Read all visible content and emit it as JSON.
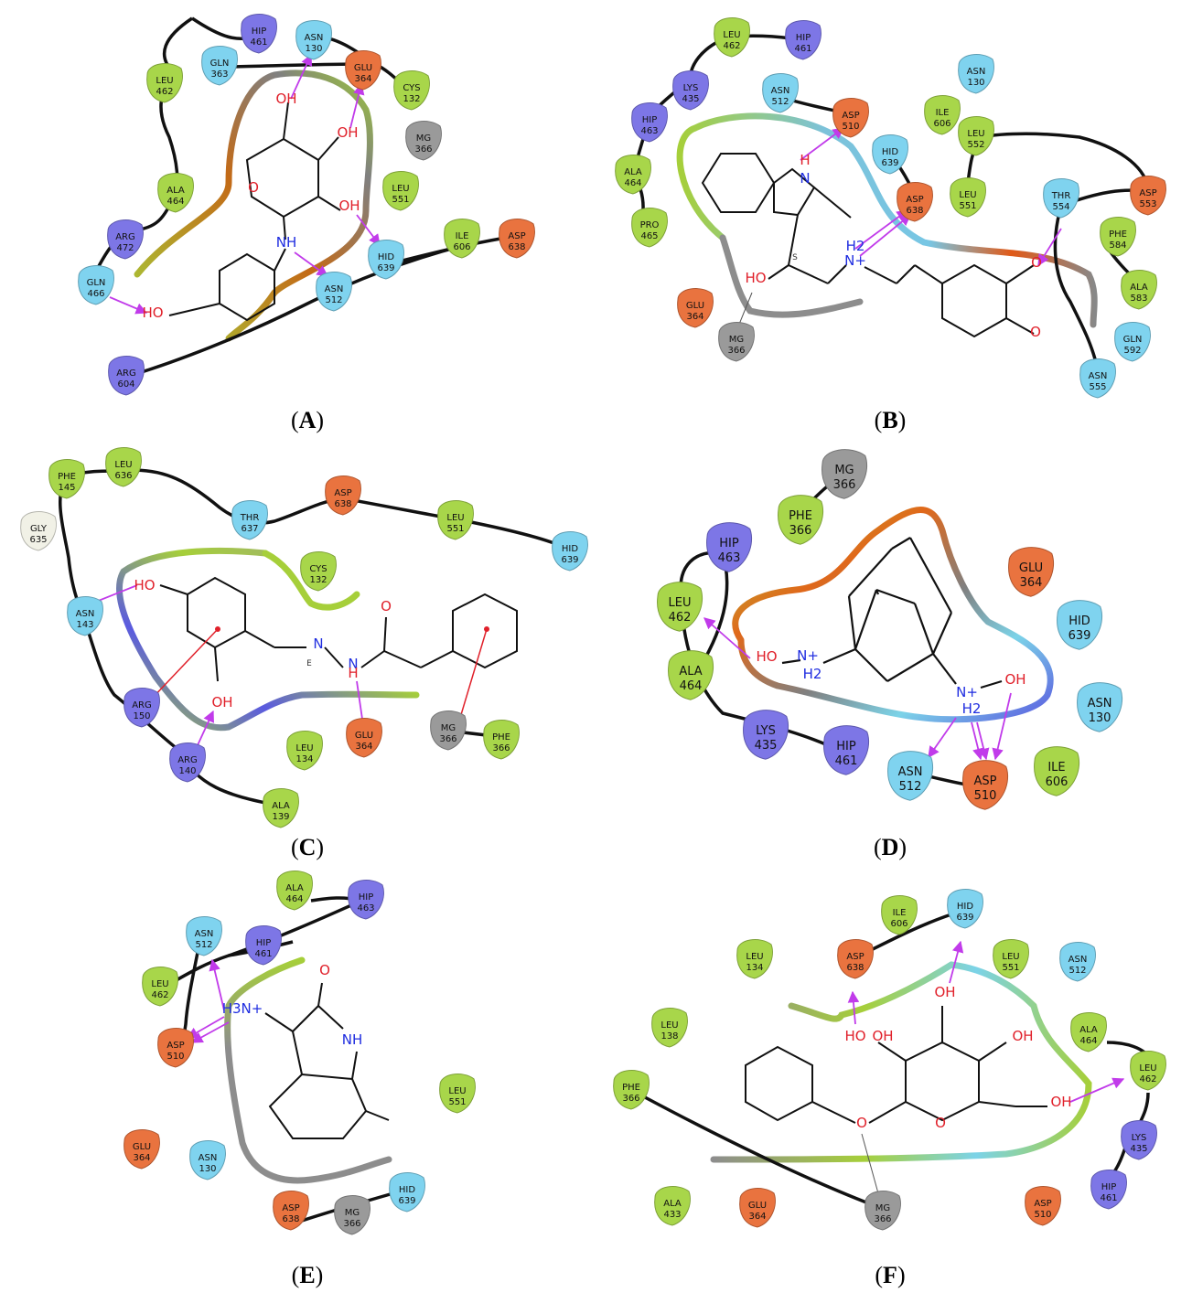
{
  "panels": [
    {
      "id": "A",
      "caption": "A",
      "residues": [
        {
          "id": "HIP461",
          "name": "HIP",
          "num": "461",
          "type": "positive"
        },
        {
          "id": "ASN130",
          "name": "ASN",
          "num": "130",
          "type": "polar"
        },
        {
          "id": "GLN363",
          "name": "GLN",
          "num": "363",
          "type": "polar"
        },
        {
          "id": "GLU364",
          "name": "GLU",
          "num": "364",
          "type": "negative"
        },
        {
          "id": "CYS132",
          "name": "CYS",
          "num": "132",
          "type": "hydrophobic"
        },
        {
          "id": "LEU462",
          "name": "LEU",
          "num": "462",
          "type": "hydrophobic"
        },
        {
          "id": "MG366",
          "name": "MG",
          "num": "366",
          "type": "metal"
        },
        {
          "id": "ALA464",
          "name": "ALA",
          "num": "464",
          "type": "hydrophobic"
        },
        {
          "id": "LEU551",
          "name": "LEU",
          "num": "551",
          "type": "hydrophobic"
        },
        {
          "id": "ARG472",
          "name": "ARG",
          "num": "472",
          "type": "positive"
        },
        {
          "id": "ILE606",
          "name": "ILE",
          "num": "606",
          "type": "hydrophobic"
        },
        {
          "id": "ASP638",
          "name": "ASP",
          "num": "638",
          "type": "negative"
        },
        {
          "id": "HID639",
          "name": "HID",
          "num": "639",
          "type": "polar"
        },
        {
          "id": "GLN466",
          "name": "GLN",
          "num": "466",
          "type": "polar"
        },
        {
          "id": "ASN512",
          "name": "ASN",
          "num": "512",
          "type": "polar"
        },
        {
          "id": "ARG604",
          "name": "ARG",
          "num": "604",
          "type": "positive"
        }
      ],
      "atom_labels": [
        "OH",
        "OH",
        "OH",
        "O",
        "NH",
        "HO"
      ]
    },
    {
      "id": "B",
      "caption": "B",
      "residues": [
        {
          "id": "LEU462",
          "name": "LEU",
          "num": "462",
          "type": "hydrophobic"
        },
        {
          "id": "HIP461",
          "name": "HIP",
          "num": "461",
          "type": "positive"
        },
        {
          "id": "LYS435",
          "name": "LYS",
          "num": "435",
          "type": "positive"
        },
        {
          "id": "ASN512",
          "name": "ASN",
          "num": "512",
          "type": "polar"
        },
        {
          "id": "ASN130",
          "name": "ASN",
          "num": "130",
          "type": "polar"
        },
        {
          "id": "HIP463",
          "name": "HIP",
          "num": "463",
          "type": "positive"
        },
        {
          "id": "ASP510",
          "name": "ASP",
          "num": "510",
          "type": "negative"
        },
        {
          "id": "ILE606",
          "name": "ILE",
          "num": "606",
          "type": "hydrophobic"
        },
        {
          "id": "LEU552",
          "name": "LEU",
          "num": "552",
          "type": "hydrophobic"
        },
        {
          "id": "ALA464",
          "name": "ALA",
          "num": "464",
          "type": "hydrophobic"
        },
        {
          "id": "HID639",
          "name": "HID",
          "num": "639",
          "type": "polar"
        },
        {
          "id": "LEU551",
          "name": "LEU",
          "num": "551",
          "type": "hydrophobic"
        },
        {
          "id": "THR554",
          "name": "THR",
          "num": "554",
          "type": "polar"
        },
        {
          "id": "ASP553",
          "name": "ASP",
          "num": "553",
          "type": "negative"
        },
        {
          "id": "PRO465",
          "name": "PRO",
          "num": "465",
          "type": "hydrophobic"
        },
        {
          "id": "ASP638",
          "name": "ASP",
          "num": "638",
          "type": "negative"
        },
        {
          "id": "PHE584",
          "name": "PHE",
          "num": "584",
          "type": "hydrophobic"
        },
        {
          "id": "ALA583",
          "name": "ALA",
          "num": "583",
          "type": "hydrophobic"
        },
        {
          "id": "GLU364",
          "name": "GLU",
          "num": "364",
          "type": "negative"
        },
        {
          "id": "GLN592",
          "name": "GLN",
          "num": "592",
          "type": "polar"
        },
        {
          "id": "MG366",
          "name": "MG",
          "num": "366",
          "type": "metal"
        },
        {
          "id": "ASN555",
          "name": "ASN",
          "num": "555",
          "type": "polar"
        }
      ],
      "atom_labels": [
        "H",
        "N",
        "HO",
        "H2",
        "N+",
        "O",
        "O",
        "S"
      ]
    },
    {
      "id": "C",
      "caption": "C",
      "residues": [
        {
          "id": "PHE145",
          "name": "PHE",
          "num": "145",
          "type": "hydrophobic"
        },
        {
          "id": "LEU636",
          "name": "LEU",
          "num": "636",
          "type": "hydrophobic"
        },
        {
          "id": "GLY635",
          "name": "GLY",
          "num": "635",
          "type": "glycine"
        },
        {
          "id": "THR637",
          "name": "THR",
          "num": "637",
          "type": "polar"
        },
        {
          "id": "ASP638",
          "name": "ASP",
          "num": "638",
          "type": "negative"
        },
        {
          "id": "LEU551",
          "name": "LEU",
          "num": "551",
          "type": "hydrophobic"
        },
        {
          "id": "HID639",
          "name": "HID",
          "num": "639",
          "type": "polar"
        },
        {
          "id": "CYS132",
          "name": "CYS",
          "num": "132",
          "type": "hydrophobic"
        },
        {
          "id": "ASN143",
          "name": "ASN",
          "num": "143",
          "type": "polar"
        },
        {
          "id": "ARG150",
          "name": "ARG",
          "num": "150",
          "type": "positive"
        },
        {
          "id": "ARG140",
          "name": "ARG",
          "num": "140",
          "type": "positive"
        },
        {
          "id": "LEU134",
          "name": "LEU",
          "num": "134",
          "type": "hydrophobic"
        },
        {
          "id": "GLU364",
          "name": "GLU",
          "num": "364",
          "type": "negative"
        },
        {
          "id": "MG366",
          "name": "MG",
          "num": "366",
          "type": "metal"
        },
        {
          "id": "PHE366",
          "name": "PHE",
          "num": "366",
          "type": "hydrophobic"
        },
        {
          "id": "ALA139",
          "name": "ALA",
          "num": "139",
          "type": "hydrophobic"
        }
      ],
      "atom_labels": [
        "HO",
        "OH",
        "N",
        "E",
        "N",
        "H",
        "O"
      ]
    },
    {
      "id": "D",
      "caption": "D",
      "residues": [
        {
          "id": "MG366",
          "name": "MG",
          "num": "366",
          "type": "metal"
        },
        {
          "id": "PHE366",
          "name": "PHE",
          "num": "366",
          "type": "hydrophobic"
        },
        {
          "id": "HIP463",
          "name": "HIP",
          "num": "463",
          "type": "positive"
        },
        {
          "id": "GLU364",
          "name": "GLU",
          "num": "364",
          "type": "negative"
        },
        {
          "id": "LEU462",
          "name": "LEU",
          "num": "462",
          "type": "hydrophobic"
        },
        {
          "id": "HID639",
          "name": "HID",
          "num": "639",
          "type": "polar"
        },
        {
          "id": "ALA464",
          "name": "ALA",
          "num": "464",
          "type": "hydrophobic"
        },
        {
          "id": "ASN130",
          "name": "ASN",
          "num": "130",
          "type": "polar"
        },
        {
          "id": "LYS435",
          "name": "LYS",
          "num": "435",
          "type": "positive"
        },
        {
          "id": "HIP461",
          "name": "HIP",
          "num": "461",
          "type": "positive"
        },
        {
          "id": "ASN512",
          "name": "ASN",
          "num": "512",
          "type": "polar"
        },
        {
          "id": "ASP510",
          "name": "ASP",
          "num": "510",
          "type": "negative"
        },
        {
          "id": "ILE606",
          "name": "ILE",
          "num": "606",
          "type": "hydrophobic"
        }
      ],
      "atom_labels": [
        "HO",
        "N+",
        "H2",
        "N+",
        "OH",
        "H2"
      ]
    },
    {
      "id": "E",
      "caption": "E",
      "residues": [
        {
          "id": "ALA464",
          "name": "ALA",
          "num": "464",
          "type": "hydrophobic"
        },
        {
          "id": "HIP463",
          "name": "HIP",
          "num": "463",
          "type": "positive"
        },
        {
          "id": "ASN512",
          "name": "ASN",
          "num": "512",
          "type": "polar"
        },
        {
          "id": "HIP461",
          "name": "HIP",
          "num": "461",
          "type": "positive"
        },
        {
          "id": "LEU462",
          "name": "LEU",
          "num": "462",
          "type": "hydrophobic"
        },
        {
          "id": "ASP510",
          "name": "ASP",
          "num": "510",
          "type": "negative"
        },
        {
          "id": "LEU551",
          "name": "LEU",
          "num": "551",
          "type": "hydrophobic"
        },
        {
          "id": "GLU364",
          "name": "GLU",
          "num": "364",
          "type": "negative"
        },
        {
          "id": "ASN130",
          "name": "ASN",
          "num": "130",
          "type": "polar"
        },
        {
          "id": "HID639",
          "name": "HID",
          "num": "639",
          "type": "polar"
        },
        {
          "id": "ASP638",
          "name": "ASP",
          "num": "638",
          "type": "negative"
        },
        {
          "id": "MG366",
          "name": "MG",
          "num": "366",
          "type": "metal"
        }
      ],
      "atom_labels": [
        "H3N+",
        "O",
        "NH"
      ]
    },
    {
      "id": "F",
      "caption": "F",
      "residues": [
        {
          "id": "HID639",
          "name": "HID",
          "num": "639",
          "type": "polar"
        },
        {
          "id": "ILE606",
          "name": "ILE",
          "num": "606",
          "type": "hydrophobic"
        },
        {
          "id": "LEU134",
          "name": "LEU",
          "num": "134",
          "type": "hydrophobic"
        },
        {
          "id": "ASP638",
          "name": "ASP",
          "num": "638",
          "type": "negative"
        },
        {
          "id": "LEU551",
          "name": "LEU",
          "num": "551",
          "type": "hydrophobic"
        },
        {
          "id": "ASN512",
          "name": "ASN",
          "num": "512",
          "type": "polar"
        },
        {
          "id": "LEU138",
          "name": "LEU",
          "num": "138",
          "type": "hydrophobic"
        },
        {
          "id": "ALA464",
          "name": "ALA",
          "num": "464",
          "type": "hydrophobic"
        },
        {
          "id": "PHE366",
          "name": "PHE",
          "num": "366",
          "type": "hydrophobic"
        },
        {
          "id": "LEU462",
          "name": "LEU",
          "num": "462",
          "type": "hydrophobic"
        },
        {
          "id": "LYS435",
          "name": "LYS",
          "num": "435",
          "type": "positive"
        },
        {
          "id": "HIP461",
          "name": "HIP",
          "num": "461",
          "type": "positive"
        },
        {
          "id": "ALA433",
          "name": "ALA",
          "num": "433",
          "type": "hydrophobic"
        },
        {
          "id": "GLU364",
          "name": "GLU",
          "num": "364",
          "type": "negative"
        },
        {
          "id": "MG366",
          "name": "MG",
          "num": "366",
          "type": "metal"
        },
        {
          "id": "ASP510",
          "name": "ASP",
          "num": "510",
          "type": "negative"
        }
      ],
      "atom_labels": [
        "OH",
        "HO",
        "OH",
        "OH",
        "OH",
        "O",
        "O"
      ]
    }
  ],
  "colors": {
    "hydrophobic": "#a8d64a",
    "polar": "#7fd3ef",
    "negative": "#e9733f",
    "positive": "#7d76e6",
    "metal": "#9a9a9a",
    "glycine": "#f1f1e6",
    "hbond": "#c13bea",
    "pication": "#e0202a",
    "atom_o": "#e0202a",
    "atom_n": "#1f2de0"
  }
}
